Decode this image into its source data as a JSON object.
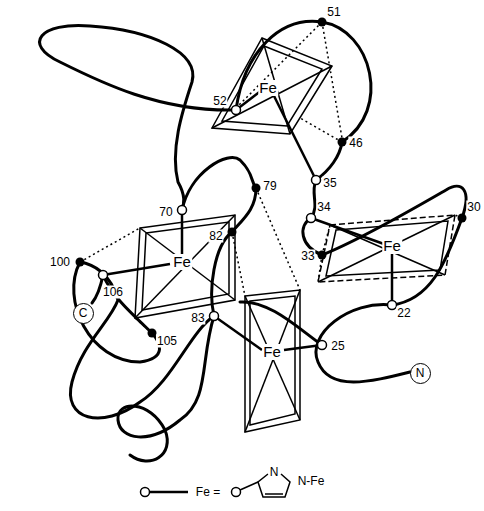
{
  "diagram": {
    "nodes": [
      {
        "text": [
          "N"
        ]
      },
      {
        "text": [
          "C"
        ]
      }
    ],
    "labels": [
      "51",
      "52",
      "46",
      "35",
      "34",
      "30",
      "33",
      "22",
      "25",
      "70",
      "100",
      "106",
      "105",
      "79",
      "82",
      "83",
      "Fe",
      "Fe",
      "Fe",
      "Fe",
      "Fe =",
      "N",
      "N-Fe"
    ]
  }
}
